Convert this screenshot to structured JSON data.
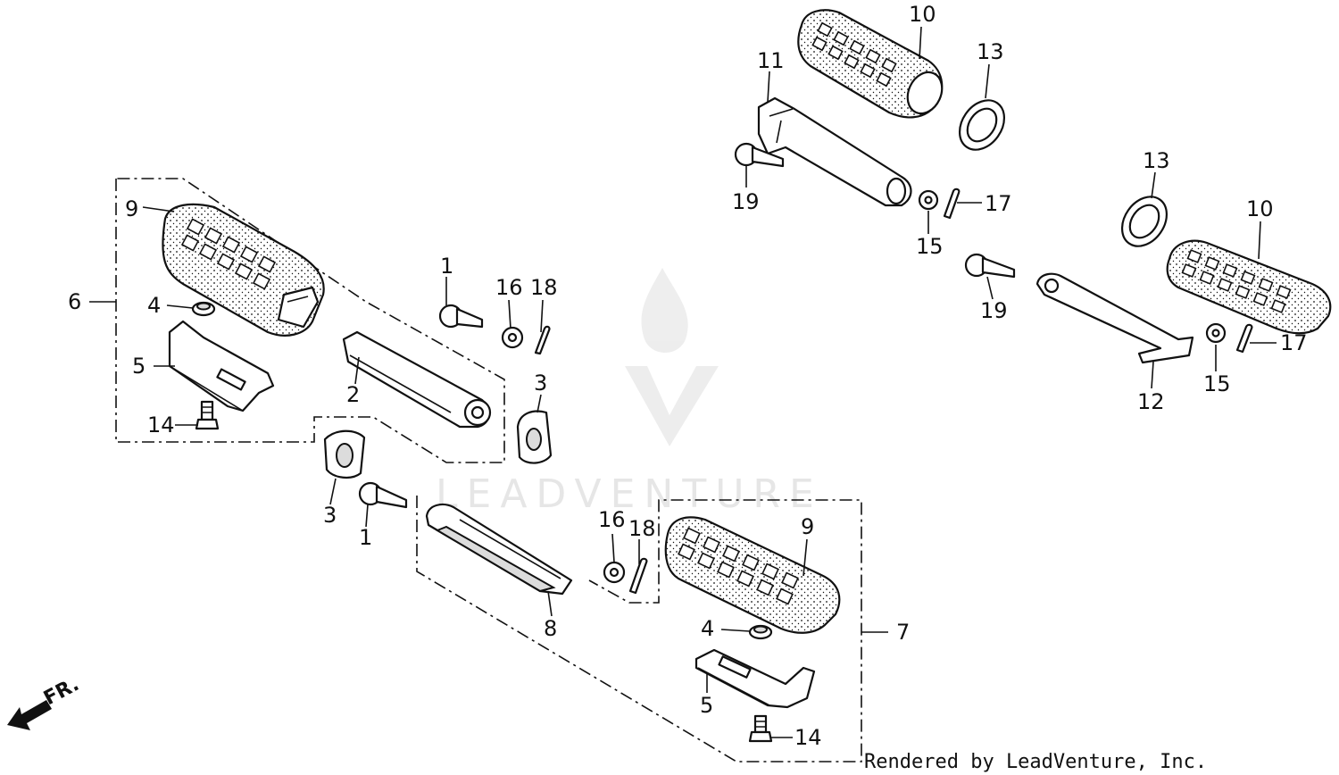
{
  "callouts": {
    "c1a": "1",
    "c1b": "1",
    "c2": "2",
    "c3a": "3",
    "c3b": "3",
    "c4a": "4",
    "c4b": "4",
    "c5a": "5",
    "c5b": "5",
    "c6": "6",
    "c7": "7",
    "c8": "8",
    "c9a": "9",
    "c9b": "9",
    "c10a": "10",
    "c10b": "10",
    "c11": "11",
    "c12": "12",
    "c13a": "13",
    "c13b": "13",
    "c14a": "14",
    "c14b": "14",
    "c15a": "15",
    "c15b": "15",
    "c16a": "16",
    "c16b": "16",
    "c17a": "17",
    "c17b": "17",
    "c18a": "18",
    "c18b": "18",
    "c19a": "19",
    "c19b": "19"
  },
  "direction_label": "FR.",
  "credit": "Rendered by LeadVenture, Inc.",
  "watermark": "LEADVENTURE",
  "colors": {
    "line": "#111111",
    "watermark": "#e4e4e4",
    "background": "#ffffff"
  }
}
